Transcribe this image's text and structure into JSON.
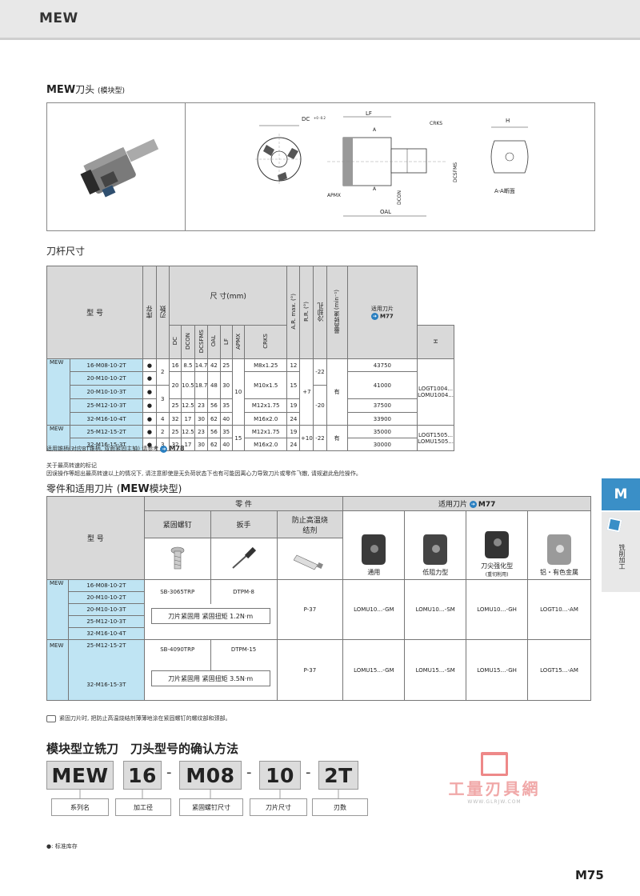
{
  "header": {
    "title": "MEW"
  },
  "section1": {
    "title_bold": "MEW",
    "title": "刀头",
    "title_small": "(模块型)"
  },
  "drawing": {
    "labels": {
      "lf": "LF",
      "dc": "DC",
      "dc_tol": "+0 -0.2",
      "crks": "CRKS",
      "h": "H",
      "a": "A",
      "apmx": "APMX",
      "dcon": "DCON",
      "dcsfms": "DCSFMS",
      "oal": "OAL",
      "section": "A-A断面"
    }
  },
  "section2": {
    "title": "刀杆尺寸"
  },
  "table1": {
    "h_model": "型 号",
    "h_stock": "库存",
    "h_flutes": "刃数",
    "h_dims": "尺 寸(mm)",
    "h_ar": "A.R. max. (°)",
    "h_rr": "R.R. (°)",
    "h_cool": "冷却孔",
    "h_rpm": "最高转速 (min⁻¹)",
    "h_insert": "适用刀片",
    "h_insert_ref": "M77",
    "sub": [
      "DC",
      "DCON",
      "DCSFMS",
      "OAL",
      "LF",
      "APMX",
      "CRKS",
      "H"
    ],
    "series1": "MEW",
    "series2": "MEW",
    "rows": [
      {
        "model": "16-M08-10-2T",
        "stock": "●",
        "dc": "16",
        "dcon": "8.5",
        "dcsfms": "14.7",
        "oal": "42",
        "lf": "25",
        "crks": "M8x1.25",
        "h": "12",
        "rpm": "43750"
      },
      {
        "model": "20-M10-10-2T",
        "stock": "●",
        "dc": "20",
        "dcon": "10.5",
        "dcsfms": "18.7",
        "oal": "48",
        "lf": "30",
        "crks": "M10x1.5",
        "h": "15",
        "rpm": "41000"
      },
      {
        "model": "20-M10-10-3T",
        "stock": "●",
        "dc": "",
        "dcon": "",
        "dcsfms": "",
        "oal": "",
        "lf": "",
        "crks": "",
        "h": "",
        "rpm": ""
      },
      {
        "model": "25-M12-10-3T",
        "stock": "●",
        "dc": "25",
        "dcon": "12.5",
        "dcsfms": "23",
        "oal": "56",
        "lf": "35",
        "crks": "M12x1.75",
        "h": "19",
        "rpm": "37500"
      },
      {
        "model": "32-M16-10-4T",
        "stock": "●",
        "flutes": "4",
        "dc": "32",
        "dcon": "17",
        "dcsfms": "30",
        "oal": "62",
        "lf": "40",
        "crks": "M16x2.0",
        "h": "24",
        "rpm": "33900"
      },
      {
        "model": "25-M12-15-2T",
        "stock": "●",
        "flutes": "2",
        "dc": "25",
        "dcon": "12.5",
        "dcsfms": "23",
        "oal": "56",
        "lf": "35",
        "crks": "M12x1.75",
        "h": "19",
        "rpm": "35000"
      },
      {
        "model": "32-M16-15-3T",
        "stock": "●",
        "flutes": "3",
        "dc": "32",
        "dcon": "17",
        "dcsfms": "30",
        "oal": "62",
        "lf": "40",
        "crks": "M16x2.0",
        "h": "24",
        "rpm": "30000"
      }
    ],
    "fl_2": "2",
    "fl_3": "3",
    "apmx1": "10",
    "apmx2": "15",
    "ar1": "+7",
    "rr1a": "-22",
    "rr1b": "-20",
    "cool1": "有",
    "ar2": "+10",
    "rr2": "-22",
    "cool2": "有",
    "ins1": "LOGT1004...",
    "ins2": "LOMU1004...",
    "ins3": "LOGT1505...",
    "ins4": "LOMU1505..."
  },
  "note1": {
    "text": "适用锥柄(对应BT锥柄, 双面紧固主轴) 请参考",
    "ref": "M78"
  },
  "note2": {
    "title": "关于最高转速的标记",
    "text": "因误操作等超出最高转速以上的情况下, 请注意即使是无负荷状态下也有可能因离心力导致刀片或零件飞散, 请规避此危险操作。"
  },
  "section3": {
    "title": "零件和适用刀片 (",
    "title_bold": "MEW",
    "title_end": "模块型)"
  },
  "table2": {
    "h_model": "型 号",
    "h_parts": "零 件",
    "h_inserts": "适用刀片",
    "h_inserts_ref": "M77",
    "h_screw": "紧固螺钉",
    "h_wrench": "扳手",
    "h_anti": "防止高温烧结剂",
    "h_general": "通用",
    "h_lowres": "低阻力型",
    "h_edge": "刀尖强化型",
    "h_edge_sub": "(重切削用)",
    "h_alu": "铝・有色金属",
    "g1_series": "MEW",
    "g1_models": [
      "16-M08-10-2T",
      "20-M10-10-2T",
      "20-M10-10-3T",
      "25-M12-10-3T",
      "32-M16-10-4T"
    ],
    "g1_screw": "SB-3065TRP",
    "g1_wrench": "DTPM-8",
    "g1_torque": "刀片紧固用 紧固扭矩 1.2N·m",
    "g1_anti": "P-37",
    "g1_ins": [
      "LOMU10…-GM",
      "LOMU10…-SM",
      "LOMU10…-GH",
      "LOGT10…-AM"
    ],
    "g2_series": "MEW",
    "g2_models": [
      "25-M12-15-2T",
      "32-M16-15-3T"
    ],
    "g2_screw": "SB-4090TRP",
    "g2_wrench": "DTPM-15",
    "g2_torque": "刀片紧固用 紧固扭矩 3.5N·m",
    "g2_anti": "P-37",
    "g2_ins": [
      "LOMU15…-GM",
      "LOMU15…-SM",
      "LOMU15…-GH",
      "LOGT15…-AM"
    ]
  },
  "note3": {
    "text": "紧固刀片时, 把防止高温烧结剂薄薄地涂在紧固螺钉的螺纹部和颈部。"
  },
  "section4": {
    "title": "模块型立铣刀　刀头型号的确认方法"
  },
  "code": {
    "parts": [
      "MEW",
      "16",
      "M08",
      "10",
      "2T"
    ],
    "dash": "-",
    "labels": [
      "系列名",
      "加工径",
      "紧固螺钉尺寸",
      "刀片尺寸",
      "刃数"
    ]
  },
  "legend": {
    "text": "●: 标准库存"
  },
  "sidetab": {
    "letter": "M",
    "text": "铣削加工"
  },
  "watermark": {
    "text": "工量刃具網",
    "url": "WWW.GLRJW.COM"
  },
  "page": {
    "num": "M75"
  },
  "colors": {
    "accent": "#3a8fc7",
    "cell_blue": "#bfe4f3",
    "header_gray": "#d9d9d9"
  }
}
